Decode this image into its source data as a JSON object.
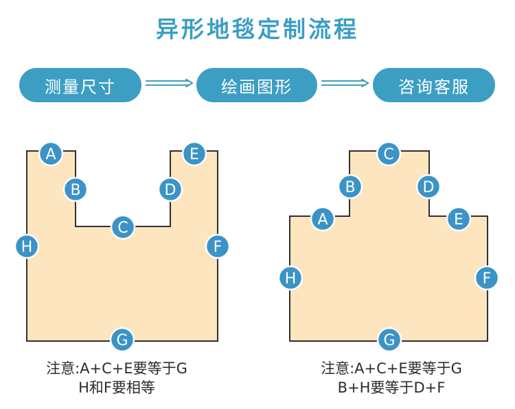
{
  "title": "异形地毯定制流程",
  "steps": [
    "测量尺寸",
    "绘画图形",
    "咨询客服"
  ],
  "colors": {
    "accent": "#3d9ec3",
    "fill": "#fde5bf",
    "stroke": "#2f2f2f",
    "badge": "#3b93c6",
    "badge_ring": "#ffffff"
  },
  "diagram_left": {
    "labels": [
      "A",
      "B",
      "C",
      "D",
      "E",
      "F",
      "G",
      "H"
    ],
    "note": [
      "注意:A+C+E要等于G",
      "H和F要相等"
    ]
  },
  "diagram_right": {
    "labels": [
      "A",
      "B",
      "C",
      "D",
      "E",
      "F",
      "G",
      "H"
    ],
    "note": [
      "注意:A+C+E要等于G",
      "B+H要等于D+F"
    ]
  }
}
